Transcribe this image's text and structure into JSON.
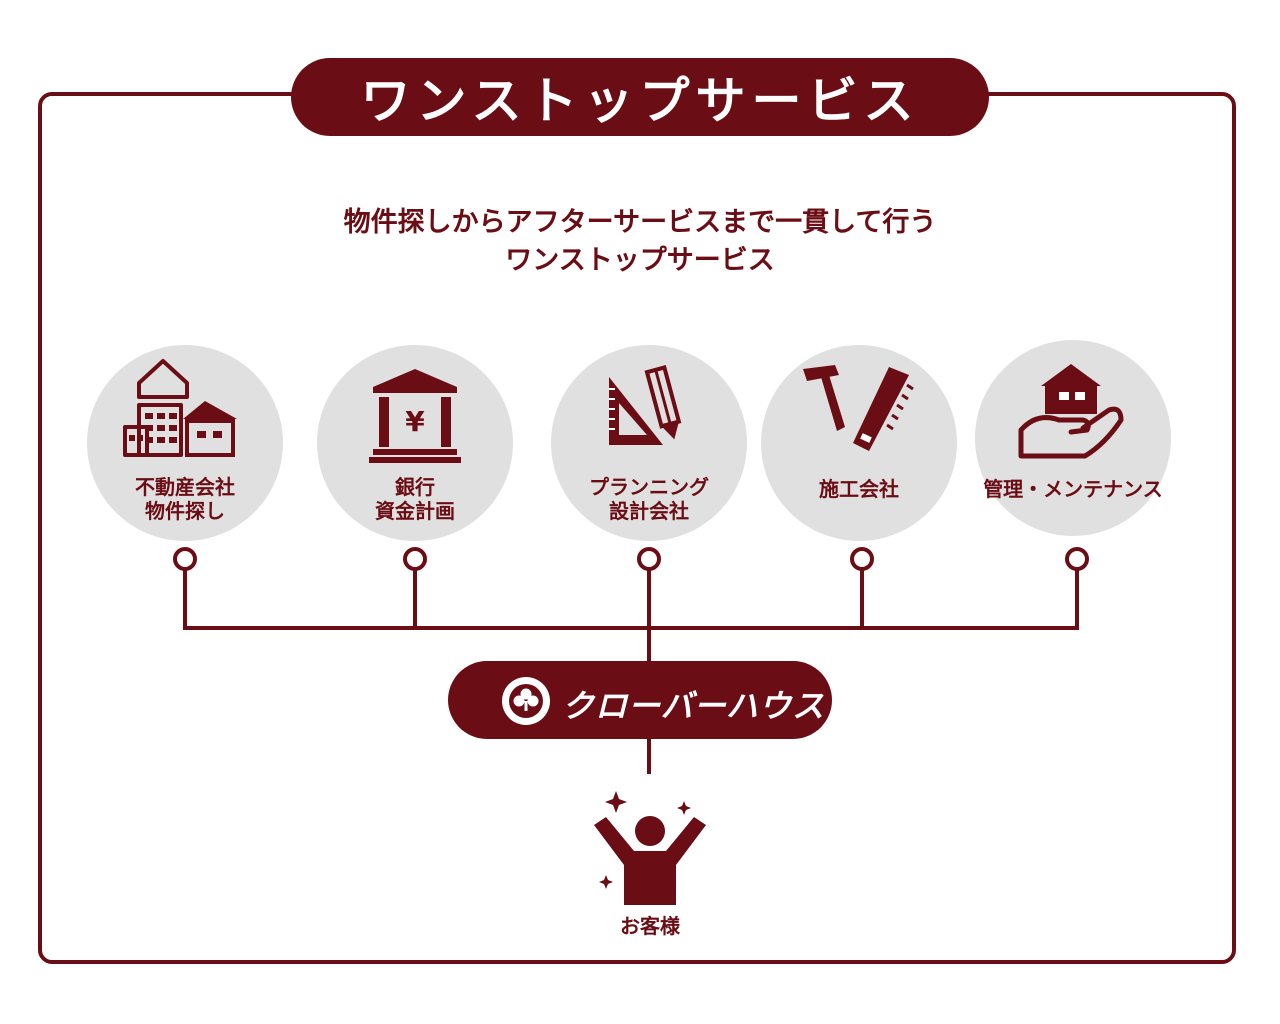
{
  "title": "ワンストップサービス",
  "subtitle": {
    "line1": "物件探しからアフターサービスまで一貫して行う",
    "line2": "ワンストップサービス"
  },
  "services": [
    {
      "line1": "不動産会社",
      "line2": "物件探し",
      "icon": "real-estate-icon"
    },
    {
      "line1": "銀行",
      "line2": "資金計画",
      "icon": "bank-icon"
    },
    {
      "line1": "プランニング",
      "line2": "設計会社",
      "icon": "drafting-tools-icon"
    },
    {
      "line1": "施工会社",
      "line2": "",
      "icon": "hammer-saw-icon"
    },
    {
      "line1": "管理・メンテナンス",
      "line2": "",
      "icon": "house-in-hand-icon"
    }
  ],
  "brand": {
    "name": "クローバーハウス",
    "logo_icon": "clover-logo-icon"
  },
  "customer": {
    "label": "お客様",
    "icon": "cheering-person-icon"
  },
  "colors": {
    "primary": "#6b0d14",
    "circle_bg": "#e0e0e0",
    "background": "#ffffff"
  }
}
